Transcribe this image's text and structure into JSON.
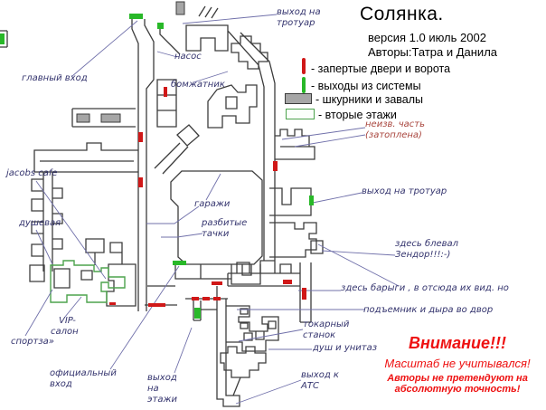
{
  "title": {
    "heading": "Солянка.",
    "version_line": "версия 1.0    июль 2002",
    "authors_line": "Авторы:Татра и Данила"
  },
  "legend": {
    "items": [
      {
        "marker": "red-bar",
        "label": "- запертые двери и ворота"
      },
      {
        "marker": "green-bar",
        "label": "- выходы из системы"
      },
      {
        "marker": "gray-box",
        "label": "- шкурники и завалы"
      },
      {
        "marker": "green-outline-box",
        "label": "- вторые этажи"
      }
    ]
  },
  "warning": {
    "heading": "Внимание!!!",
    "line1": "Масштаб не учитывался!",
    "line2": "Авторы не претендуют на\nабсолютную точность!"
  },
  "labels": {
    "exit_sidewalk_top": "выход на\nтротуар",
    "main_entrance": "главный вход",
    "pump": "насос",
    "bomzhatnik": "бомжатник",
    "unknown_part": "неизв. часть\n(затоплена)",
    "jacobs_cafe": "jacobs cafe",
    "shower_room": "душевая",
    "garages": "гаражи",
    "broken_cars": "разбитые\nтачки",
    "exit_sidewalk_right": "выход на тротуар",
    "zendor": "здесь блевал\nЗендор!!!:-)",
    "dealers": "здесь барыги , в отсюда их вид. но",
    "lift_hole": "подъемник и дыра во двор",
    "lathe": "токарный\nстанок",
    "shower_toilet": "душ и унитаз",
    "vip_line1": "VIP-",
    "vip_line2": "салон",
    "vip_line3": "спортза»",
    "official_entrance": "официальный\nвход",
    "exit_floors": "выход\nна\nэтажи",
    "exit_ats": "выход к\nАТС"
  },
  "colors": {
    "wall": "#3c3c3c",
    "label": "#34346e",
    "leader": "#7070aa",
    "locked": "#d01818",
    "exit": "#28b828",
    "rubble": "#a6a6a6",
    "second_floor": "#4da34d",
    "warning": "#ee1111",
    "flooded": "#a8443c"
  }
}
